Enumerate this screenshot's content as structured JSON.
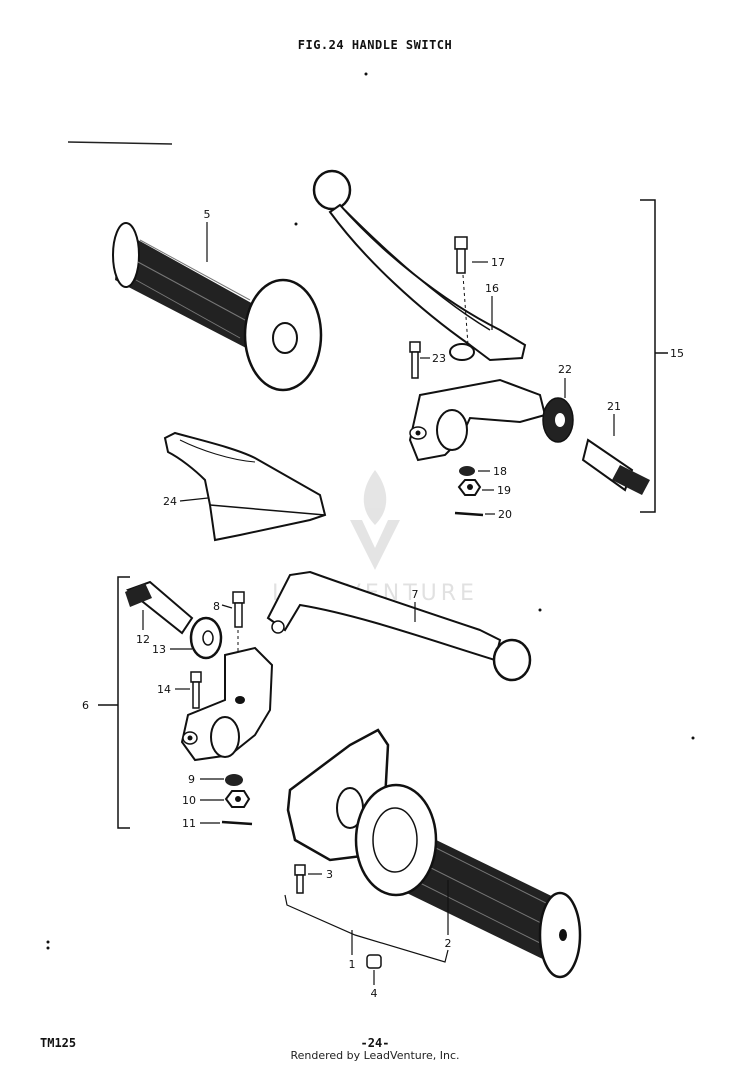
{
  "title": "FIG.24  HANDLE SWITCH",
  "footer": {
    "model": "TM125",
    "page": "-24-",
    "rendered_by": "Rendered by LeadVenture, Inc."
  },
  "watermark": "LEADVENTURE",
  "callouts": [
    "1",
    "2",
    "3",
    "4",
    "5",
    "6",
    "7",
    "8",
    "9",
    "10",
    "11",
    "12",
    "13",
    "14",
    "15",
    "16",
    "17",
    "18",
    "19",
    "20",
    "21",
    "22",
    "23",
    "24"
  ]
}
